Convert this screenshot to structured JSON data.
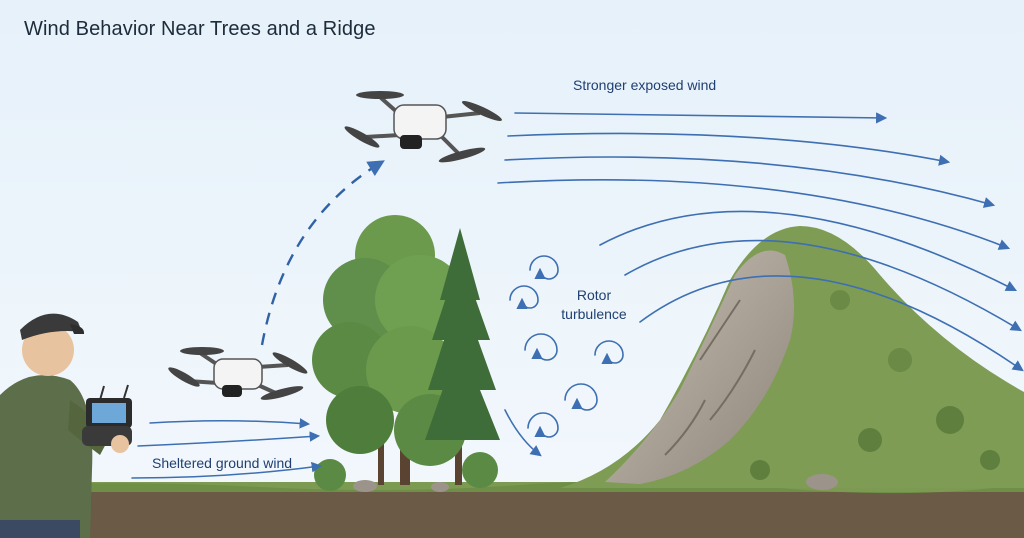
{
  "title": "Wind Behavior Near Trees and a Ridge",
  "labels": {
    "stronger": "Stronger exposed wind",
    "rotor_line1": "Rotor",
    "rotor_line2": "turbulence",
    "sheltered": "Sheltered ground wind"
  },
  "colors": {
    "sky": "#eaf3fa",
    "wind": "#3d6fb2",
    "label": "#1f3f73",
    "title": "#1d2b3a",
    "ground": "#6b5a45",
    "grass": "#7c9a52",
    "rock": "#a79e92",
    "tree": "#5f8f4a"
  },
  "icons": [
    "drone-icon",
    "person-icon",
    "remote-controller-icon",
    "tree-icon",
    "ridge-icon",
    "wind-arrow-icon",
    "turbulence-swirl-icon"
  ]
}
